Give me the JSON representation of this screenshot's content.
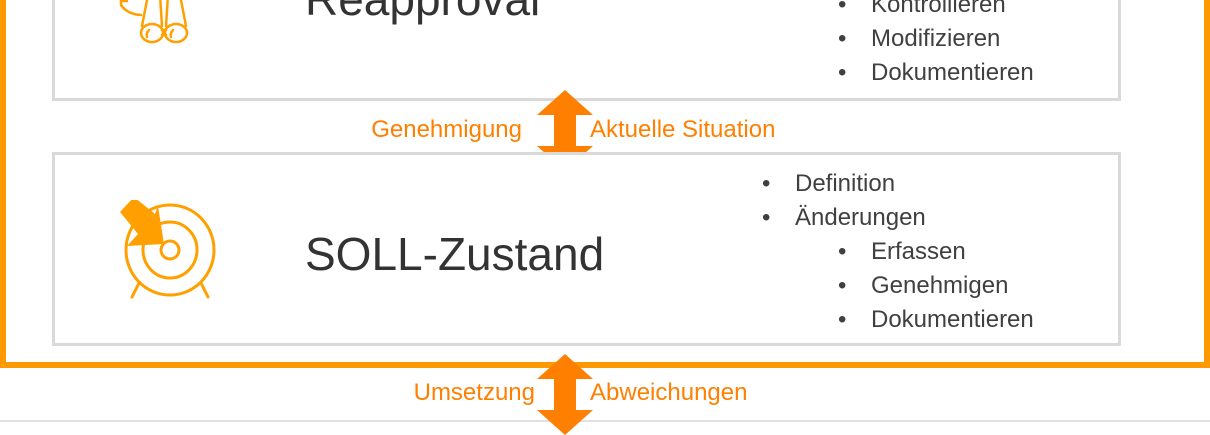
{
  "colors": {
    "frame": "#FF9900",
    "arrow": "#FF7F00",
    "icon": "#FFA000",
    "text": "#404040"
  },
  "box1": {
    "title": "Reapproval",
    "icon": "binoculars-icon",
    "items": [
      "Kontrollieren",
      "Modifizieren",
      "Dokumentieren"
    ]
  },
  "connector1": {
    "left": "Genehmigung",
    "right": "Aktuelle Situation"
  },
  "box2": {
    "title": "SOLL-Zustand",
    "icon": "target-icon",
    "items": [
      {
        "text": "Definition",
        "level": 1
      },
      {
        "text": "Änderungen",
        "level": 1
      },
      {
        "text": "Erfassen",
        "level": 2
      },
      {
        "text": "Genehmigen",
        "level": 2
      },
      {
        "text": "Dokumentieren",
        "level": 2
      }
    ]
  },
  "connector2": {
    "left": "Umsetzung",
    "right": "Abweichungen"
  },
  "bullet": "•"
}
